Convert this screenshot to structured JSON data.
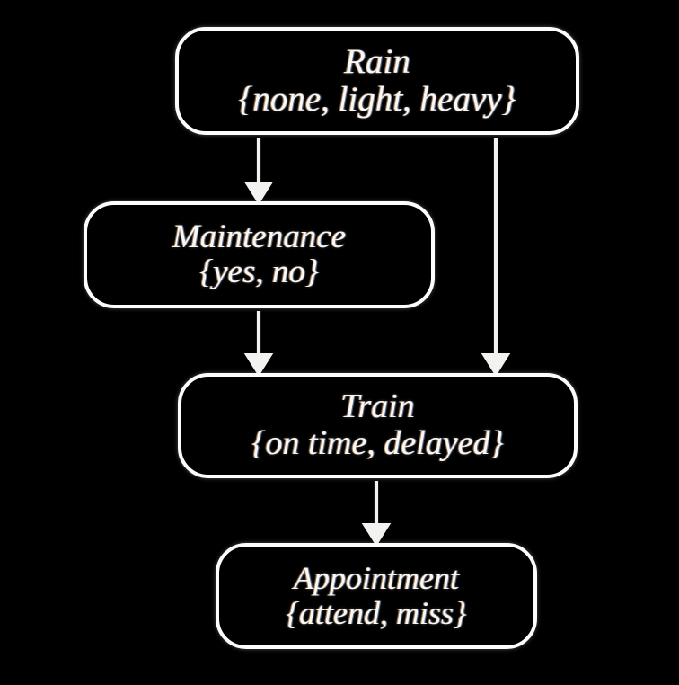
{
  "diagram": {
    "type": "bayesian-network",
    "background_color": "#000000",
    "node_border_color": "#fdfdfb",
    "text_color": "#fbf7f2",
    "edge_color": "#f2f2f0",
    "nodes": [
      {
        "id": "rain",
        "title": "Rain",
        "states": "{none, light, heavy}"
      },
      {
        "id": "maintenance",
        "title": "Maintenance",
        "states": "{yes, no}"
      },
      {
        "id": "train",
        "title": "Train",
        "states": "{on time, delayed}"
      },
      {
        "id": "appointment",
        "title": "Appointment",
        "states": "{attend, miss}"
      }
    ],
    "edges": [
      {
        "id": "rain-to-maintenance",
        "from": "rain",
        "to": "maintenance"
      },
      {
        "id": "rain-to-train",
        "from": "rain",
        "to": "train"
      },
      {
        "id": "maintenance-to-train",
        "from": "maintenance",
        "to": "train"
      },
      {
        "id": "train-to-appointment",
        "from": "train",
        "to": "appointment"
      }
    ]
  }
}
